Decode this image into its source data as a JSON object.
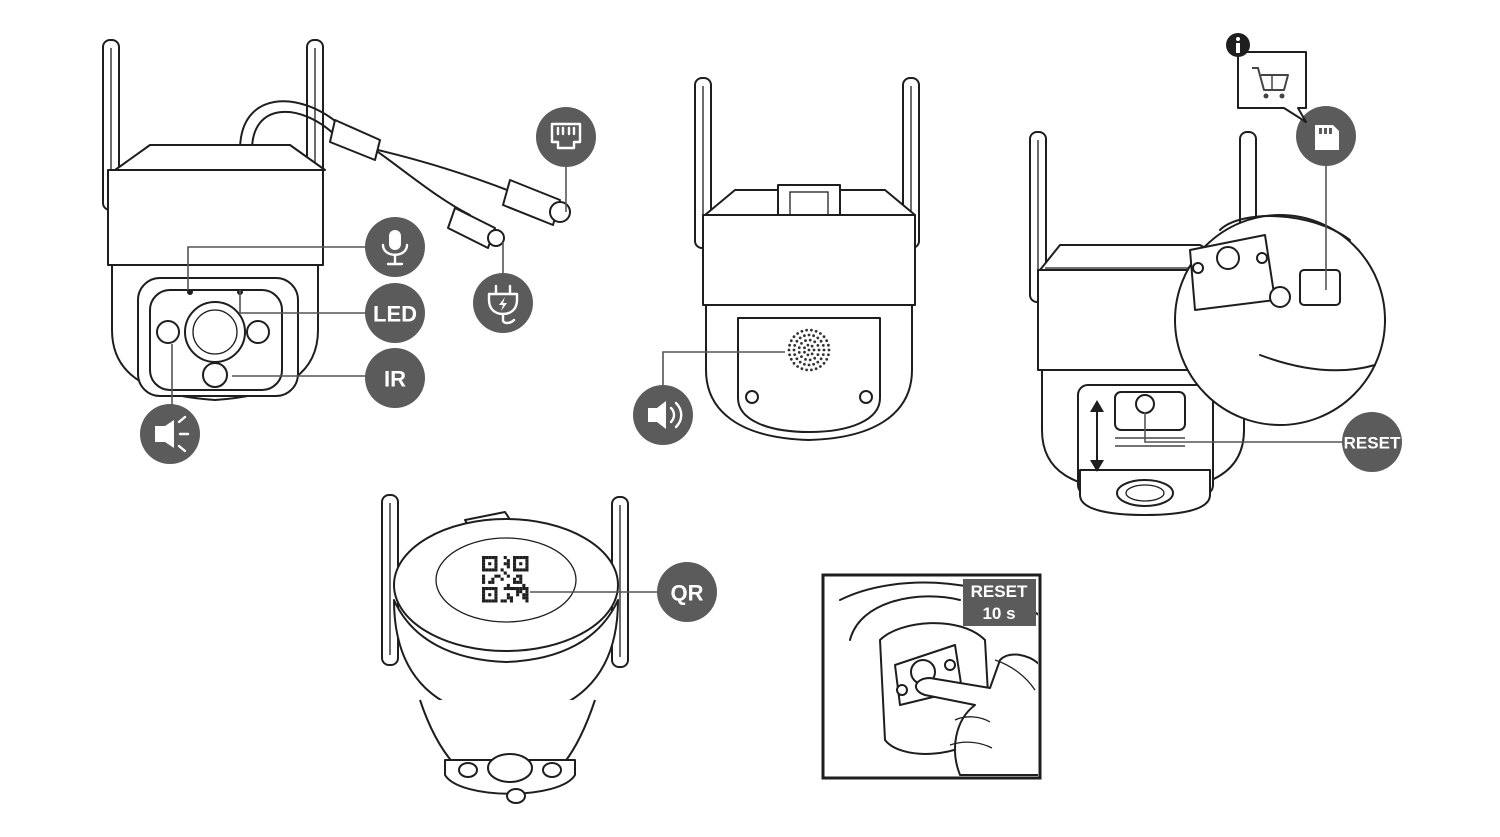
{
  "labels": {
    "led": "LED",
    "ir": "IR",
    "qr": "QR",
    "reset": "RESET",
    "reset_box_line1": "RESET",
    "reset_box_line2": "10 s"
  },
  "icons": {
    "microphone": "microphone-icon",
    "ethernet": "ethernet-port-icon",
    "power": "power-plug-icon",
    "spotlight": "spotlight-icon",
    "speaker": "speaker-icon",
    "sd_card": "sd-card-icon",
    "cart": "shopping-cart-icon",
    "info": "info-icon"
  },
  "colors": {
    "badge": "#5b5b5b",
    "line": "#1e1e1e",
    "badge_text": "#ffffff"
  }
}
